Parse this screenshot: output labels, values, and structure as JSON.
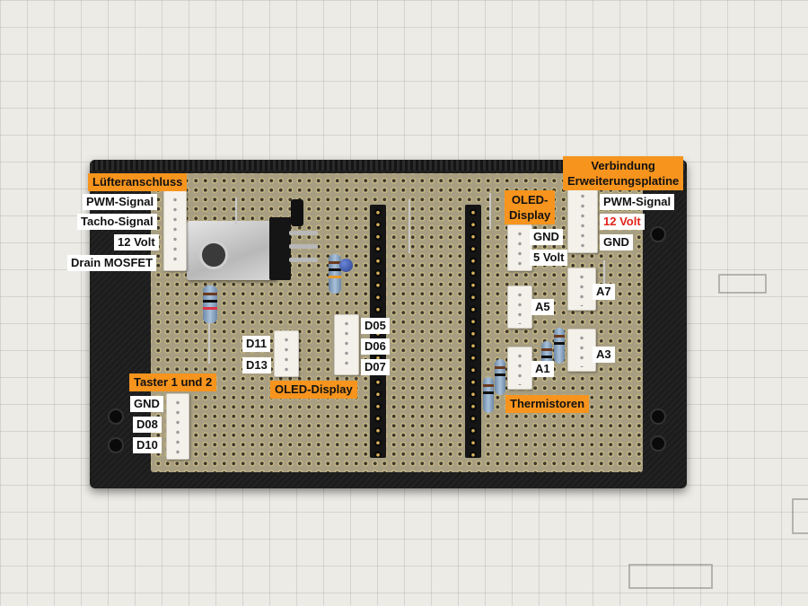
{
  "labels": {
    "fan_connector": {
      "title": "Lüfteranschluss",
      "pins": [
        "PWM-Signal",
        "Tacho-Signal",
        "12 Volt",
        "Drain MOSFET"
      ]
    },
    "buttons": {
      "title": "Taster 1 und 2",
      "pins": [
        "GND",
        "D08",
        "D10"
      ]
    },
    "oled_center": {
      "title": "OLED-Display",
      "pins_left": [
        "D11",
        "D13"
      ],
      "pins_right": [
        "D05",
        "D06",
        "D07"
      ]
    },
    "oled_right": {
      "title_line1": "OLED-",
      "title_line2": "Display",
      "pins": [
        "GND",
        "5 Volt"
      ]
    },
    "thermistors": {
      "title": "Thermistoren",
      "pins": [
        "A5",
        "A1"
      ]
    },
    "expansion": {
      "title_line1": "Verbindung",
      "title_line2": "Erweiterungsplatine",
      "pins": [
        "PWM-Signal",
        "12 Volt",
        "GND"
      ],
      "extra_pins": [
        "A7",
        "A3"
      ]
    }
  },
  "colors": {
    "tag_orange": "#f7941d",
    "label_white": "#ffffff",
    "highlight_red": "#e2231a",
    "frame_black": "#1c1c1c",
    "board_tan": "#a89f82"
  }
}
